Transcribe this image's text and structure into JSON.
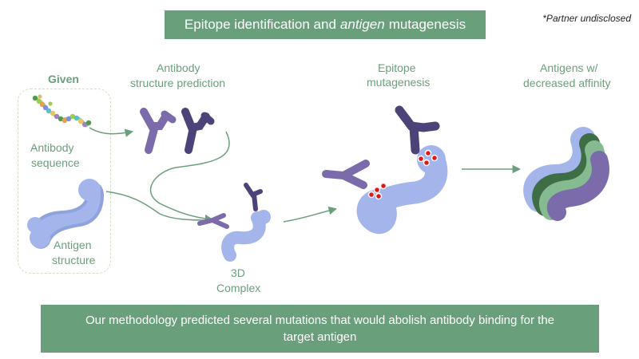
{
  "title": {
    "prefix": "Epitope identification and",
    "emph": "antigen",
    "suffix": "mutagenesis"
  },
  "note": "*Partner undisclosed",
  "given": "Given",
  "labels": {
    "antibody_seq_1": "Antibody",
    "antibody_seq_2": "sequence",
    "antigen_struct_1": "Antigen",
    "antigen_struct_2": "structure",
    "ab_pred_1": "Antibody",
    "ab_pred_2": "structure prediction",
    "complex_1": "3D",
    "complex_2": "Complex",
    "epitope_1": "Epitope",
    "epitope_2": "mutagenesis",
    "antigens_1": "Antigens w/",
    "antigens_2": "decreased affinity"
  },
  "conclusion": "Our methodology predicted several mutations that would abolish antibody binding for the target antigen",
  "colors": {
    "banner": "#6a9f7b",
    "antigen": "#a3b5ea",
    "antibody_light": "#7b6bab",
    "antibody_dark": "#4c4378",
    "mutation": "#e01818",
    "variant_dark_green": "#3e6e44",
    "variant_light_green": "#86bb92",
    "arrow": "#6a9f7b"
  }
}
